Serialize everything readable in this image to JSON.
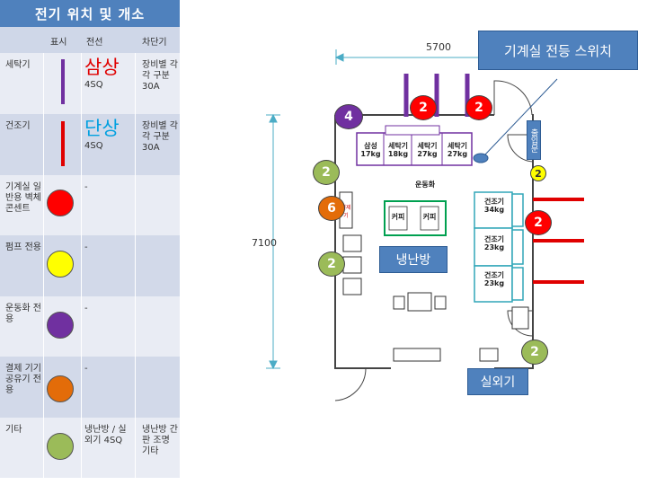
{
  "legend": {
    "title": "전기 위치 및 개소",
    "headers": [
      "표시",
      "전선",
      "차단기"
    ],
    "rows": [
      {
        "label": "세탁기",
        "wire_big": "삼상",
        "wire_sub": "4SQ",
        "breaker": "장비별 각각 구분 30A",
        "marker": "line",
        "color": "#7030a0",
        "big_color": "#e00000"
      },
      {
        "label": "건조기",
        "wire_big": "단상",
        "wire_sub": "4SQ",
        "breaker": "장비별 각각 구분 30A",
        "marker": "line",
        "color": "#e00000",
        "big_color": "#00a0e0"
      },
      {
        "label": "기계실 일반용 벽체 콘센트",
        "wire": "-",
        "breaker": "",
        "marker": "dot",
        "color": "#ff0000"
      },
      {
        "label": "펌프 전용",
        "wire": "-",
        "breaker": "",
        "marker": "dot",
        "color": "#ffff00"
      },
      {
        "label": "운동화 전용",
        "wire": "-",
        "breaker": "",
        "marker": "dot",
        "color": "#7030a0"
      },
      {
        "label": "결제 기기 공유기 전용",
        "wire": "-",
        "breaker": "",
        "marker": "dot",
        "color": "#e36c09"
      },
      {
        "label": "기타",
        "wire": "냉난방 / 실외기 4SQ",
        "breaker": "냉난방 간판 조명 기타",
        "marker": "dot",
        "color": "#9bbb59"
      }
    ]
  },
  "plan": {
    "width_dim": "5700",
    "height_dim": "7100",
    "callouts": {
      "switch": "기계실 전등 스위치",
      "hvac": "냉난방",
      "outdoor": "실외기",
      "door_label": "출입문"
    },
    "washers": [
      {
        "label": "세탁기",
        "weight": "27kg"
      },
      {
        "label": "세탁기",
        "weight": "27kg"
      },
      {
        "label": "세탁기",
        "weight": "18kg"
      },
      {
        "label": "삼성",
        "weight": "17kg"
      }
    ],
    "dryers": [
      {
        "label": "건조기",
        "weight": "34kg"
      },
      {
        "label": "건조기",
        "weight": "23kg"
      },
      {
        "label": "건조기",
        "weight": "23kg"
      }
    ],
    "table_items": [
      "커피",
      "커피"
    ],
    "side_labels": {
      "shoe": "운동화",
      "kiosk": "결제기"
    },
    "markers": [
      {
        "value": "4",
        "color": "#7030a0"
      },
      {
        "value": "2",
        "color": "#ff0000"
      },
      {
        "value": "2",
        "color": "#ff0000"
      },
      {
        "value": "2",
        "color": "#9bbb59"
      },
      {
        "value": "2",
        "color": "#ffff00"
      },
      {
        "value": "6",
        "color": "#e36c09"
      },
      {
        "value": "2",
        "color": "#ff0000"
      },
      {
        "value": "2",
        "color": "#9bbb59"
      },
      {
        "value": "2",
        "color": "#9bbb59"
      }
    ]
  }
}
